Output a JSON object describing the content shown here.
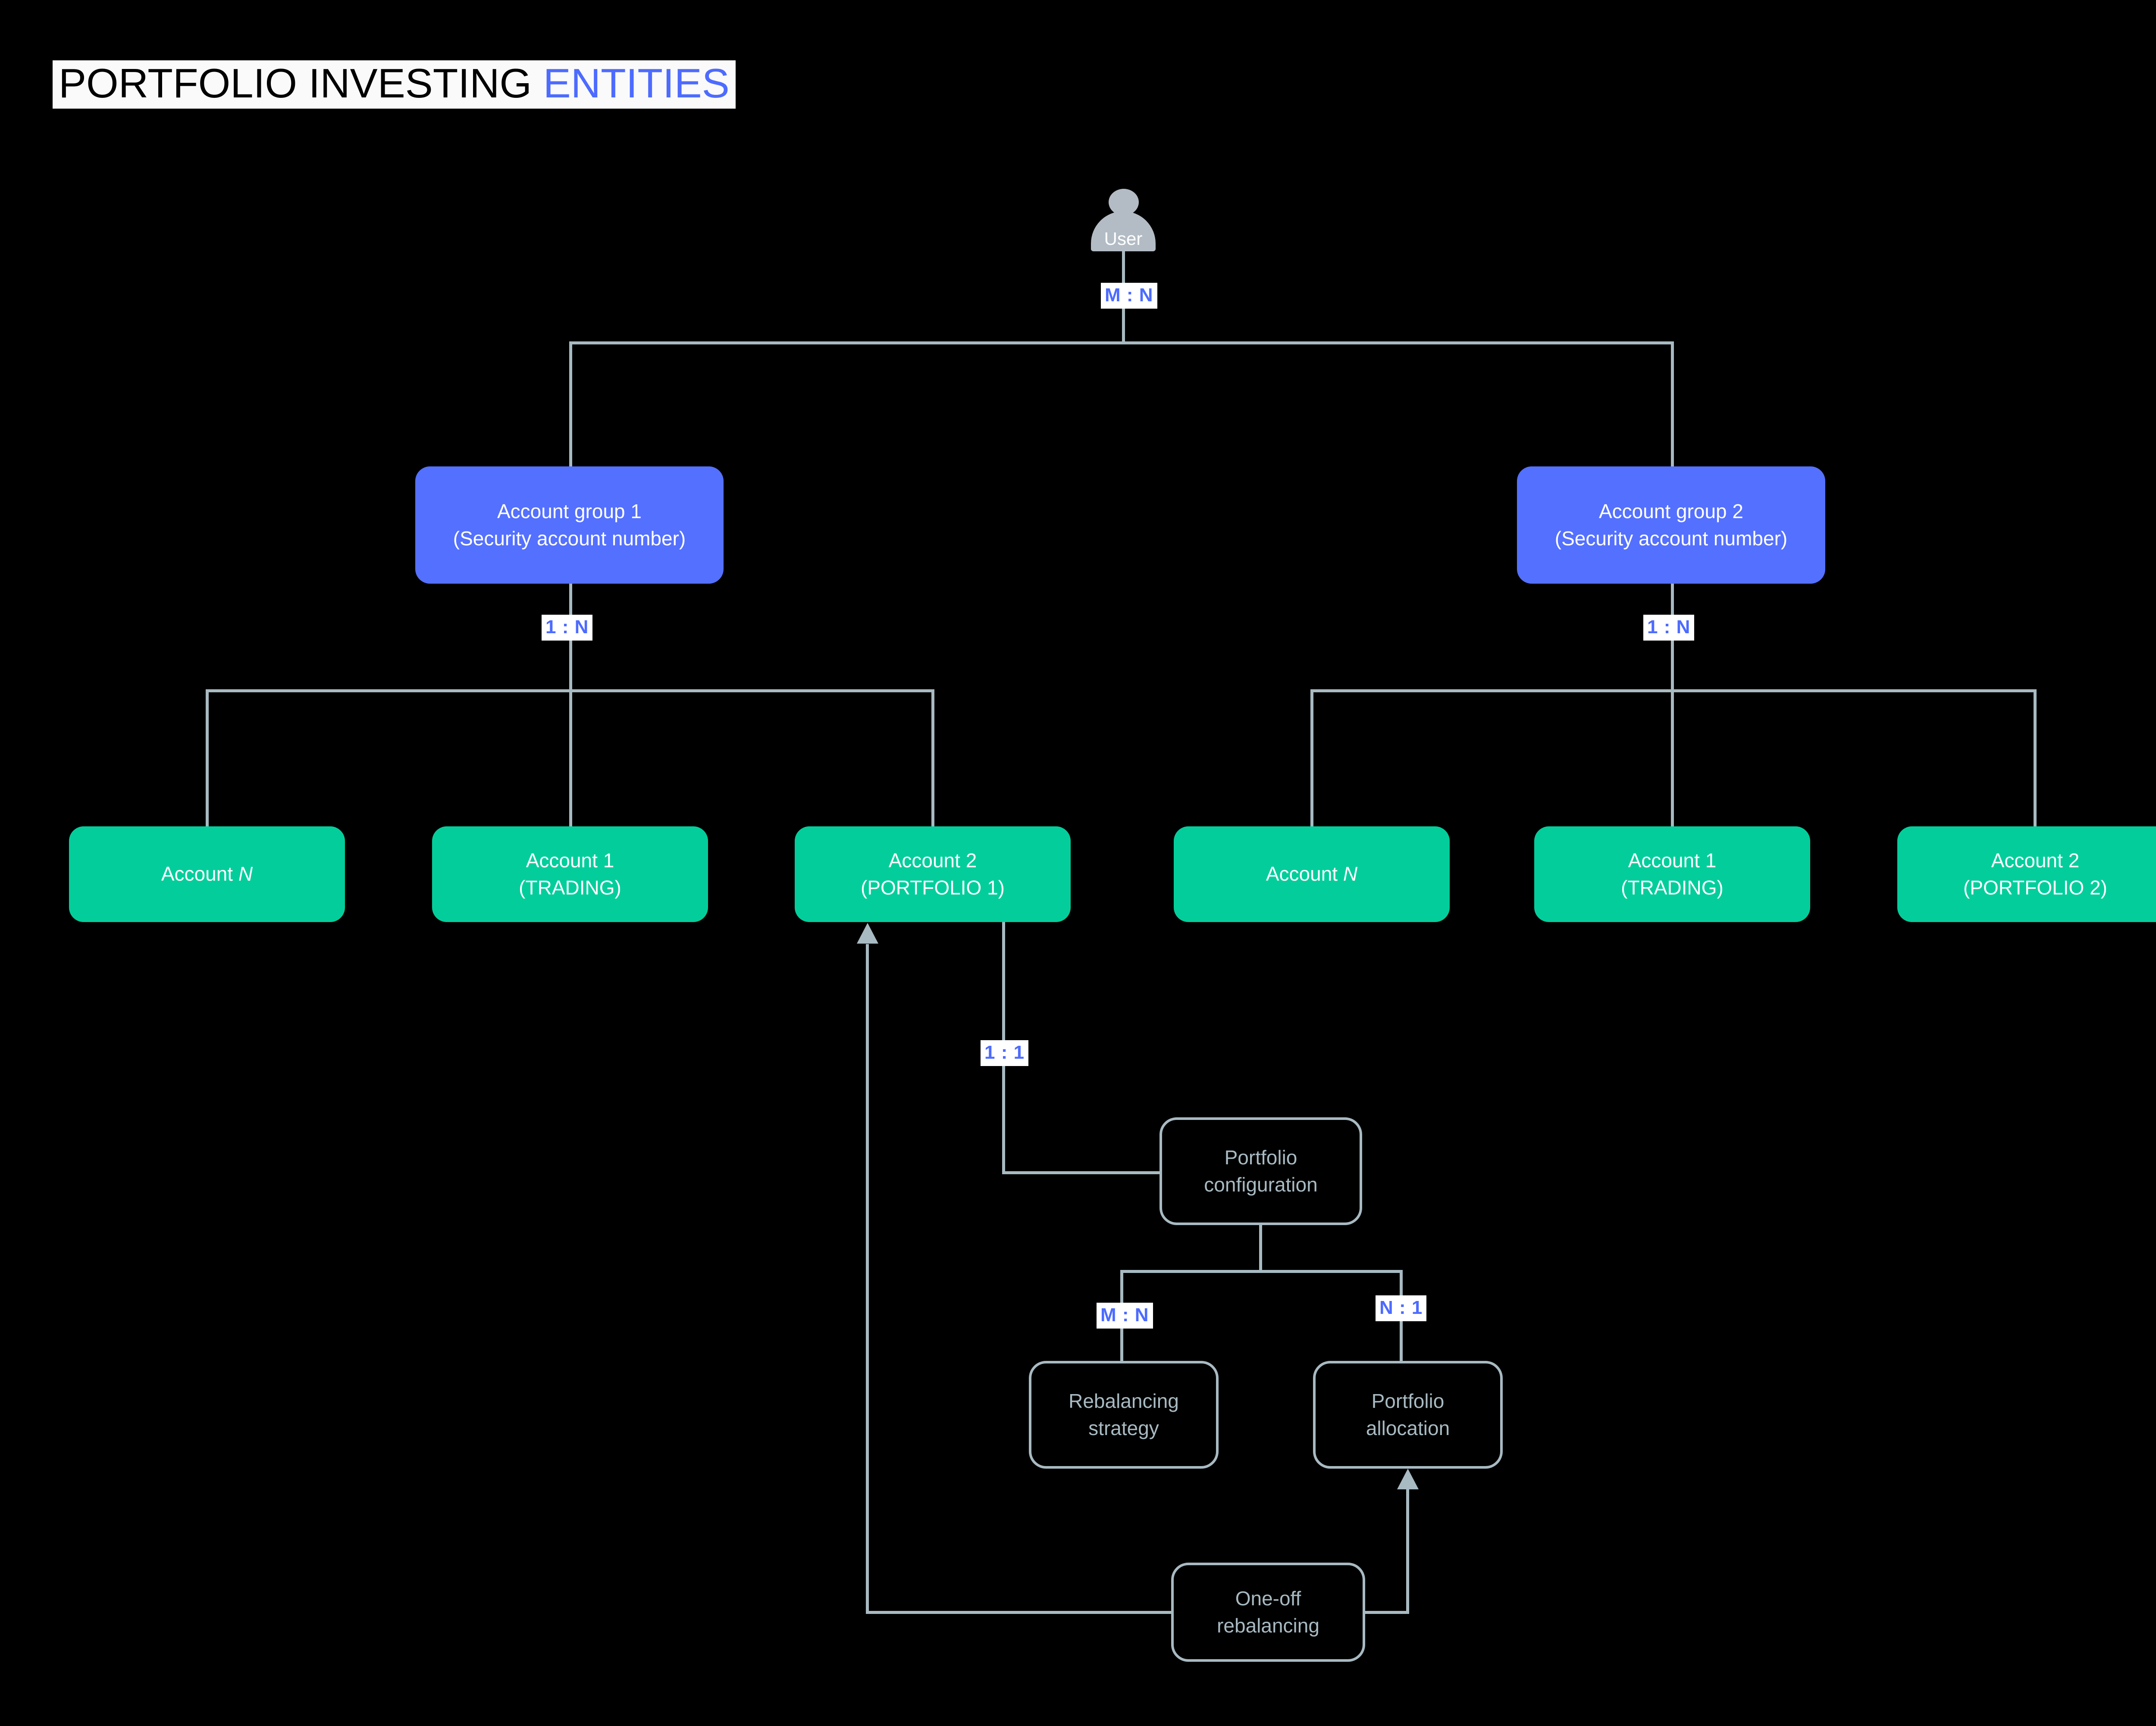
{
  "title": {
    "main": "PORTFOLIO INVESTING ",
    "accent": "ENTITIES"
  },
  "colors": {
    "background": "#000000",
    "accent_blue": "#5470ff",
    "accent_green": "#03ce9b",
    "connector": "#a8bac2",
    "label_text": "#4d6bff",
    "label_bg": "#ffffff",
    "actor_fill": "#b3bcc4",
    "title_band_bg": "#fafafa"
  },
  "actor": {
    "name": "User",
    "icon": "person-icon"
  },
  "cardinalities": {
    "user_to_groups": "M : N",
    "group1_to_accounts": "1 : N",
    "group2_to_accounts": "1 : N",
    "account2_to_config": "1 : 1",
    "config_to_rebalancing_strategy": "M : N",
    "config_to_portfolio_allocation": "N : 1"
  },
  "groups": [
    {
      "id": "group1",
      "line1": "Account group 1",
      "line2": "(Security account number)"
    },
    {
      "id": "group2",
      "line1": "Account group 2",
      "line2": "(Security account number)"
    }
  ],
  "accounts_group1": [
    {
      "id": "g1-accN",
      "line1": "Account ",
      "emph": "N",
      "line2": ""
    },
    {
      "id": "g1-acc1",
      "line1": "Account 1",
      "emph": "",
      "line2": "(TRADING)"
    },
    {
      "id": "g1-acc2",
      "line1": "Account 2",
      "emph": "",
      "line2": "(PORTFOLIO 1)"
    }
  ],
  "accounts_group2": [
    {
      "id": "g2-accN",
      "line1": "Account ",
      "emph": "N",
      "line2": ""
    },
    {
      "id": "g2-acc1",
      "line1": "Account 1",
      "emph": "",
      "line2": "(TRADING)"
    },
    {
      "id": "g2-acc2",
      "line1": "Account 2",
      "emph": "",
      "line2": "(PORTFOLIO 2)"
    }
  ],
  "config_nodes": {
    "portfolio_configuration": "Portfolio\nconfiguration",
    "rebalancing_strategy": "Rebalancing\nstrategy",
    "portfolio_allocation": "Portfolio\nallocation",
    "one_off_rebalancing": "One-off\nrebalancing"
  }
}
